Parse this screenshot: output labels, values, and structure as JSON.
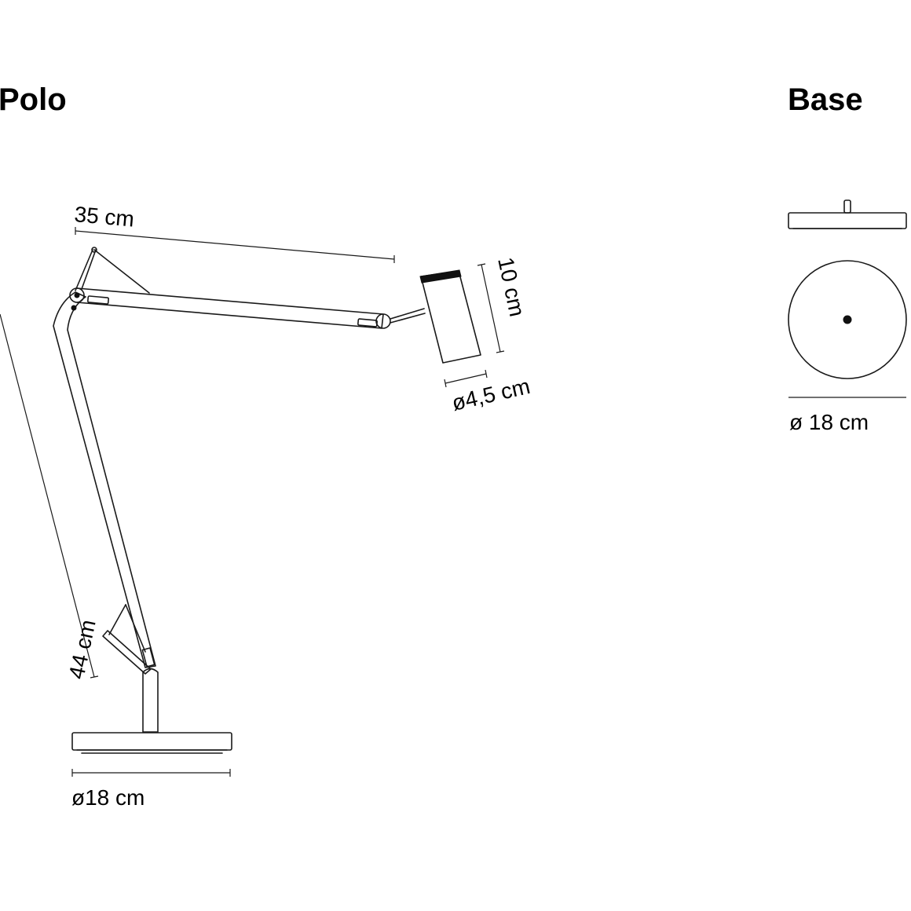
{
  "titles": {
    "left": "Polo",
    "right": "Base"
  },
  "dimensions": {
    "arm_length": "35 cm",
    "head_height": "10 cm",
    "head_diameter": "ø4,5 cm",
    "column_height": "44 cm",
    "base_diameter": "ø18 cm",
    "base_detail_diameter": "ø 18 cm"
  }
}
